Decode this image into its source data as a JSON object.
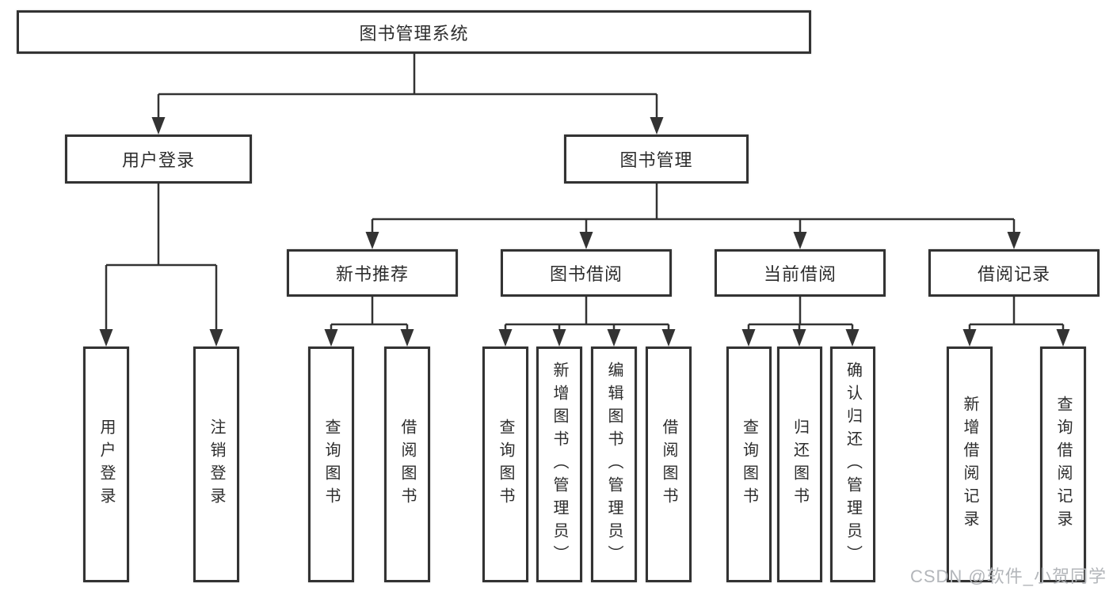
{
  "root": {
    "label": "图书管理系统"
  },
  "branches": [
    {
      "label": "用户登录"
    },
    {
      "label": "图书管理"
    }
  ],
  "modules": [
    {
      "label": "新书推荐",
      "parent": "图书管理"
    },
    {
      "label": "图书借阅",
      "parent": "图书管理"
    },
    {
      "label": "当前借阅",
      "parent": "图书管理"
    },
    {
      "label": "借阅记录",
      "parent": "图书管理"
    }
  ],
  "leaves": [
    {
      "label": "用户登录",
      "parent": "用户登录"
    },
    {
      "label": "注销登录",
      "parent": "用户登录"
    },
    {
      "label": "查询图书",
      "parent": "新书推荐"
    },
    {
      "label": "借阅图书",
      "parent": "新书推荐"
    },
    {
      "label": "查询图书",
      "parent": "图书借阅"
    },
    {
      "label": "新增图书（管理员）",
      "parent": "图书借阅"
    },
    {
      "label": "编辑图书（管理员）",
      "parent": "图书借阅"
    },
    {
      "label": "借阅图书",
      "parent": "图书借阅"
    },
    {
      "label": "查询图书",
      "parent": "当前借阅"
    },
    {
      "label": "归还图书",
      "parent": "当前借阅"
    },
    {
      "label": "确认归还（管理员）",
      "parent": "当前借阅"
    },
    {
      "label": "新增借阅记录",
      "parent": "借阅记录"
    },
    {
      "label": "查询借阅记录",
      "parent": "借阅记录"
    }
  ],
  "watermark": "CSDN @软件_小贺同学",
  "colors": {
    "line": "#333333",
    "text": "#2d2d2d",
    "box_background": "#ffffff",
    "watermark": "#b3b6ba",
    "background": "#ffffff"
  }
}
